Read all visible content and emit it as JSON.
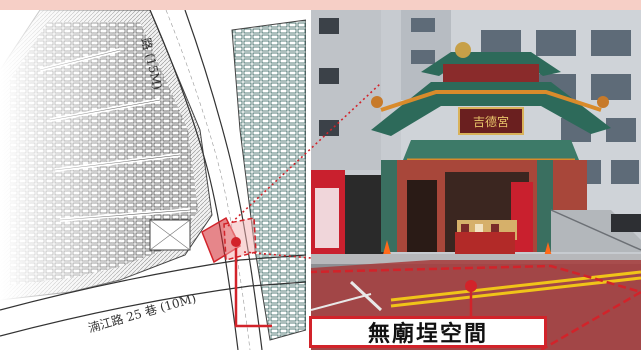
{
  "caption": {
    "text": "無廟埕空間"
  },
  "map": {
    "road_label_top": "路 (15M)",
    "road_label_bottom": "湳江路 25 巷 (10M)"
  },
  "photo": {
    "temple_plaque": "吉德宮"
  },
  "colors": {
    "highlight_red": "#d2232a",
    "header_band": "#f6cfc6"
  }
}
